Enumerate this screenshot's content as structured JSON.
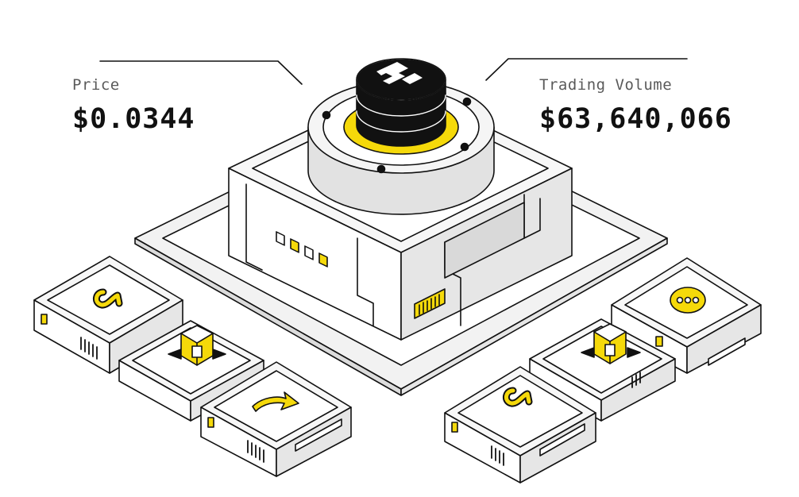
{
  "stats": {
    "price": {
      "label": "Price",
      "value": "$0.0344"
    },
    "trading_volume": {
      "label": "Trading Volume",
      "value": "$63,640,066"
    }
  },
  "colors": {
    "accent": "#F5D90A",
    "ink": "#111111",
    "top_face": "#F7F7F7",
    "side_face": "#EAEAEA",
    "shadow_face": "#D9D9D9"
  },
  "icons": {
    "coin_logo": "token-logo-icon",
    "modules": [
      "alpha-icon",
      "cube-logo-icon",
      "arrow-icon",
      "alpha-icon",
      "cube-logo-icon",
      "chat-bubble-icon"
    ]
  }
}
